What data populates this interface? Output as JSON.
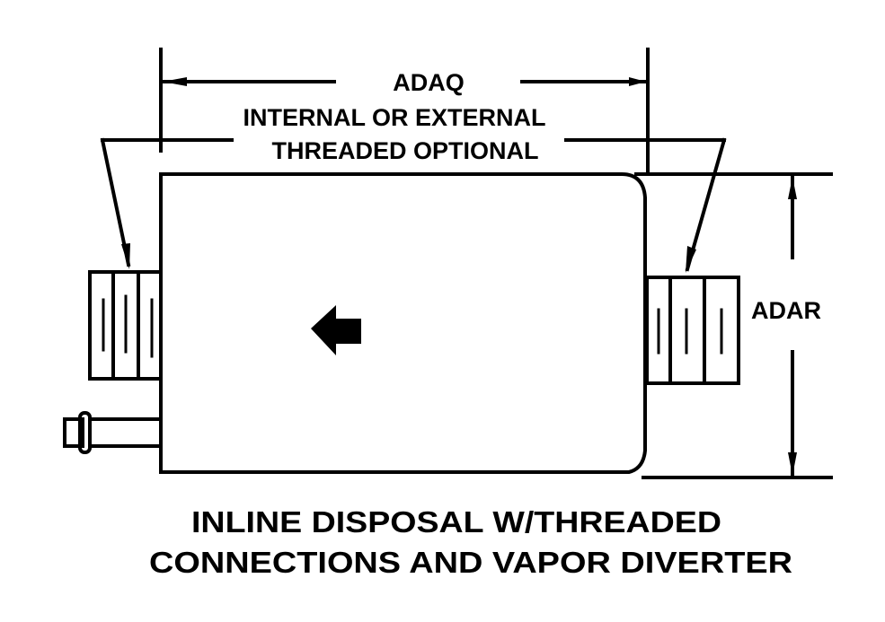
{
  "diagram": {
    "colors": {
      "line": "#000000",
      "background": "#ffffff"
    },
    "dimensions": {
      "length_label": "ADAQ",
      "height_label": "ADAR"
    },
    "notes": {
      "threads_line1": "INTERNAL OR EXTERNAL",
      "threads_line2": "THREADED OPTIONAL"
    },
    "caption": {
      "line1": "INLINE DISPOSAL W/THREADED",
      "line2": "CONNECTIONS AND VAPOR DIVERTER"
    },
    "flow_direction_icon": "arrow-left-icon"
  }
}
